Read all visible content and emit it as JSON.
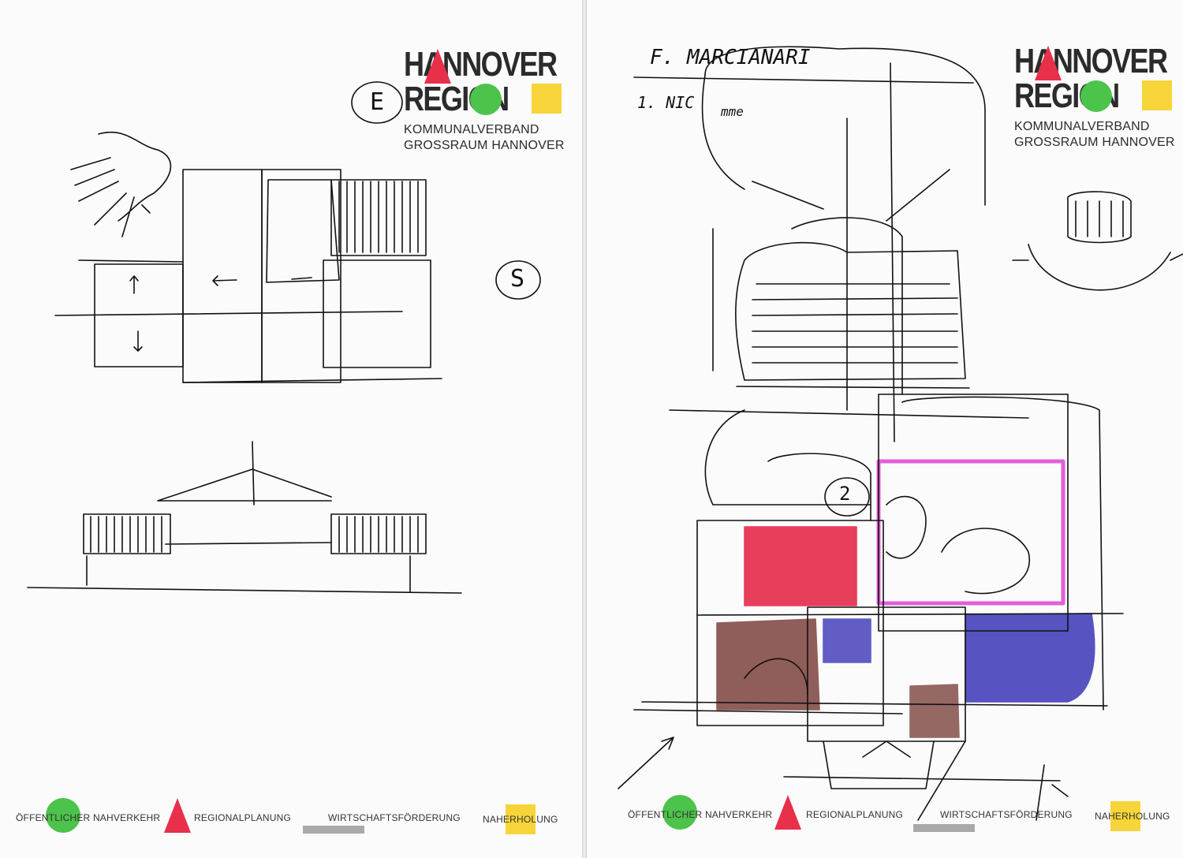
{
  "logo": {
    "line1": "HANNOVER",
    "line2": "REGION",
    "sub1": "KOMMUNALVERBAND",
    "sub2": "GROSSRAUM HANNOVER"
  },
  "footer": {
    "item1": "ÖFFENTLICHER NAHVERKEHR",
    "item2": "REGIONALPLANUNG",
    "item3": "WIRTSCHAFTSFÖRDERUNG",
    "item4": "NAHERHOLUNG"
  },
  "left_sheet": {
    "circled_letter_top": "E",
    "circled_letter_side": "S"
  },
  "right_sheet": {
    "handwriting_line1": "F. MARCIANARI",
    "handwriting_line2": "1. NIC",
    "handwriting_line2b": "mme",
    "circled_number": "2"
  },
  "colors": {
    "red": "#e8304a",
    "green": "#4cc34a",
    "yellow": "#f7d53a",
    "grey": "#a9a9a9",
    "marker_red": "#e52a4a",
    "marker_pink": "#e25fd8",
    "marker_blue": "#3b36b8",
    "marker_brown": "#6b2a25"
  }
}
